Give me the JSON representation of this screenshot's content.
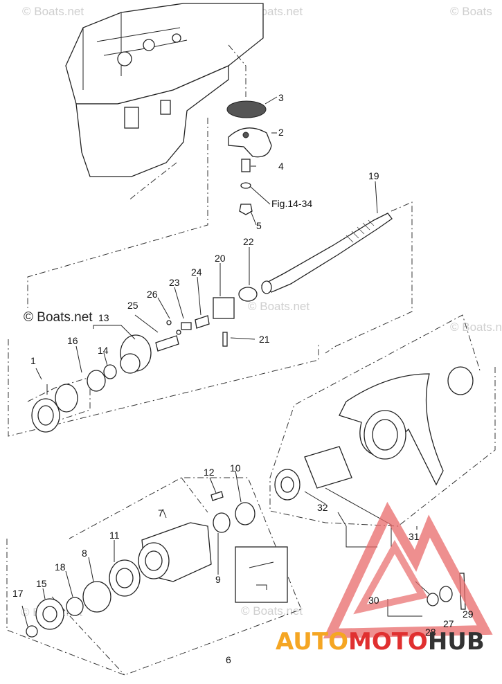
{
  "watermarks": {
    "small": [
      "© Boats.net",
      "© Boats.net",
      "© Boats",
      "© Boats.net",
      "© Boats.net",
      "© Boats.net",
      "© Boats.net"
    ],
    "main": "© Boats.net"
  },
  "brand": {
    "part1": "AUTO",
    "part2": "MOTO",
    "part3": "HUB",
    "colors": {
      "orange": "#f5a623",
      "red": "#e03030",
      "dark": "#333333",
      "logo": "#e86a6a"
    }
  },
  "labels": {
    "p1": "1",
    "p2": "2",
    "p3": "3",
    "p4": "4",
    "p5": "5",
    "p6": "6",
    "p7": "7",
    "p8": "8",
    "p9": "9",
    "p10": "10",
    "p11": "11",
    "p12": "12",
    "p13": "13",
    "p14": "14",
    "p15": "15",
    "p16": "16",
    "p17": "17",
    "p18": "18",
    "p19": "19",
    "p20": "20",
    "p21": "21",
    "p22": "22",
    "p23": "23",
    "p24": "24",
    "p25": "25",
    "p26": "26",
    "p27": "27",
    "p28": "28",
    "p29": "29",
    "p30": "30",
    "p31": "31",
    "p32": "32",
    "fig_ref": "Fig.14-34"
  }
}
